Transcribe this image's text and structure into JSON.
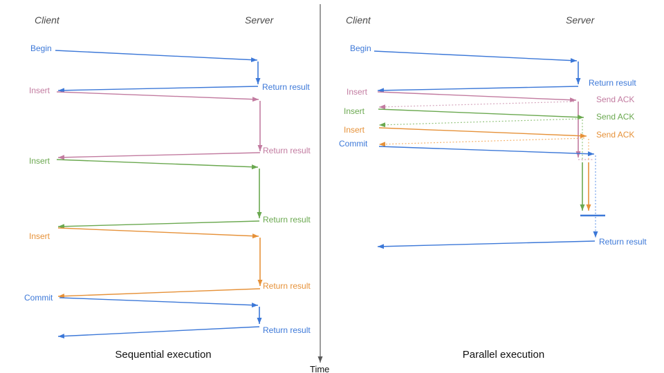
{
  "palette": {
    "blue": "#3c78d8",
    "blue-light": "#6d9eeb",
    "pink": "#c27ba0",
    "pink-light": "#d5a6bd",
    "green": "#6aa84f",
    "green-light": "#93c47d",
    "orange": "#e69138",
    "orange-light": "#f6b26b",
    "axis": "#595959",
    "header-text": "#4a4a4a",
    "title-text": "#111111"
  },
  "time_axis": {
    "label": "Time"
  },
  "sequential": {
    "title": "Sequential execution",
    "client": "Client",
    "server": "Server",
    "messages": [
      {
        "label": "Begin",
        "color": "blue",
        "response": "Return result"
      },
      {
        "label": "Insert",
        "color": "pink",
        "response": "Return result"
      },
      {
        "label": "Insert",
        "color": "green",
        "response": "Return result"
      },
      {
        "label": "Insert",
        "color": "orange",
        "response": "Return result"
      },
      {
        "label": "Commit",
        "color": "blue",
        "response": "Return result"
      }
    ]
  },
  "parallel": {
    "title": "Parallel execution",
    "client": "Client",
    "server": "Server",
    "messages": [
      {
        "label": "Begin",
        "color": "blue",
        "response": "Return result"
      },
      {
        "label": "Insert",
        "color": "pink",
        "response": "Send ACK"
      },
      {
        "label": "Insert",
        "color": "green",
        "response": "Send ACK"
      },
      {
        "label": "Insert",
        "color": "orange",
        "response": "Send ACK"
      },
      {
        "label": "Commit",
        "color": "blue",
        "response": "Return result"
      }
    ]
  }
}
